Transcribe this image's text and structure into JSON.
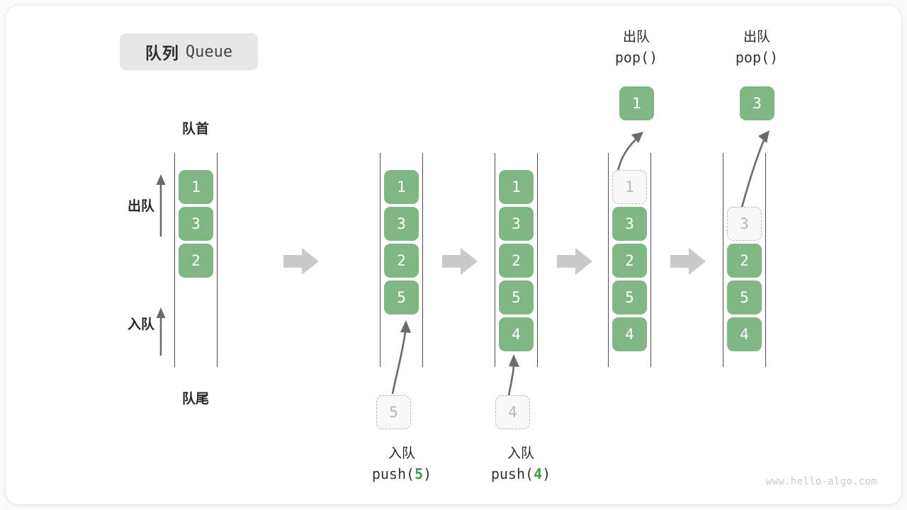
{
  "title": {
    "zh": "队列",
    "en": "Queue"
  },
  "labels": {
    "head": "队首",
    "tail": "队尾",
    "dequeue_dir": "出队",
    "enqueue_dir": "入队"
  },
  "colors": {
    "box_fill": "#7fb682",
    "box_text": "#ffffff",
    "ghost_fill": "#f8f8f8",
    "ghost_border": "#b9b9b9",
    "ghost_text": "#b8b8b8",
    "rail_line": "#4d4d4d",
    "badge_bg": "#e7e7e7",
    "arrow_gray": "#6b6b6b",
    "step_arrow": "#c9c9c9",
    "code_accent": "#3f9c4a",
    "watermark": "#c9c9c9",
    "card_bg": "#ffffff",
    "page_bg": "#fafafa"
  },
  "stages": [
    {
      "name": "initial",
      "boxes": [
        {
          "value": "1",
          "state": "solid"
        },
        {
          "value": "3",
          "state": "solid"
        },
        {
          "value": "2",
          "state": "solid"
        }
      ],
      "floating": null,
      "source": null,
      "caption": null
    },
    {
      "name": "after-push-5",
      "boxes": [
        {
          "value": "1",
          "state": "solid"
        },
        {
          "value": "3",
          "state": "solid"
        },
        {
          "value": "2",
          "state": "solid"
        },
        {
          "value": "5",
          "state": "solid"
        }
      ],
      "floating": null,
      "source": {
        "value": "5"
      },
      "caption": {
        "zh": "入队",
        "code_prefix": "push(",
        "code_value": "5",
        "code_suffix": ")"
      }
    },
    {
      "name": "after-push-4",
      "boxes": [
        {
          "value": "1",
          "state": "solid"
        },
        {
          "value": "3",
          "state": "solid"
        },
        {
          "value": "2",
          "state": "solid"
        },
        {
          "value": "5",
          "state": "solid"
        },
        {
          "value": "4",
          "state": "solid"
        }
      ],
      "floating": null,
      "source": {
        "value": "4"
      },
      "caption": {
        "zh": "入队",
        "code_prefix": "push(",
        "code_value": "4",
        "code_suffix": ")"
      }
    },
    {
      "name": "pop-1",
      "boxes": [
        {
          "value": "1",
          "state": "ghost"
        },
        {
          "value": "3",
          "state": "solid"
        },
        {
          "value": "2",
          "state": "solid"
        },
        {
          "value": "5",
          "state": "solid"
        },
        {
          "value": "4",
          "state": "solid"
        }
      ],
      "floating": {
        "value": "1"
      },
      "source": null,
      "caption": {
        "zh": "出队",
        "code_prefix": "pop(",
        "code_value": "",
        "code_suffix": ")"
      }
    },
    {
      "name": "pop-3",
      "boxes": [
        {
          "value": "",
          "state": "empty"
        },
        {
          "value": "3",
          "state": "ghost"
        },
        {
          "value": "2",
          "state": "solid"
        },
        {
          "value": "5",
          "state": "solid"
        },
        {
          "value": "4",
          "state": "solid"
        }
      ],
      "floating": {
        "value": "3"
      },
      "source": null,
      "caption": {
        "zh": "出队",
        "code_prefix": "pop(",
        "code_value": "",
        "code_suffix": ")"
      }
    }
  ],
  "watermark": "www.hello-algo.com"
}
